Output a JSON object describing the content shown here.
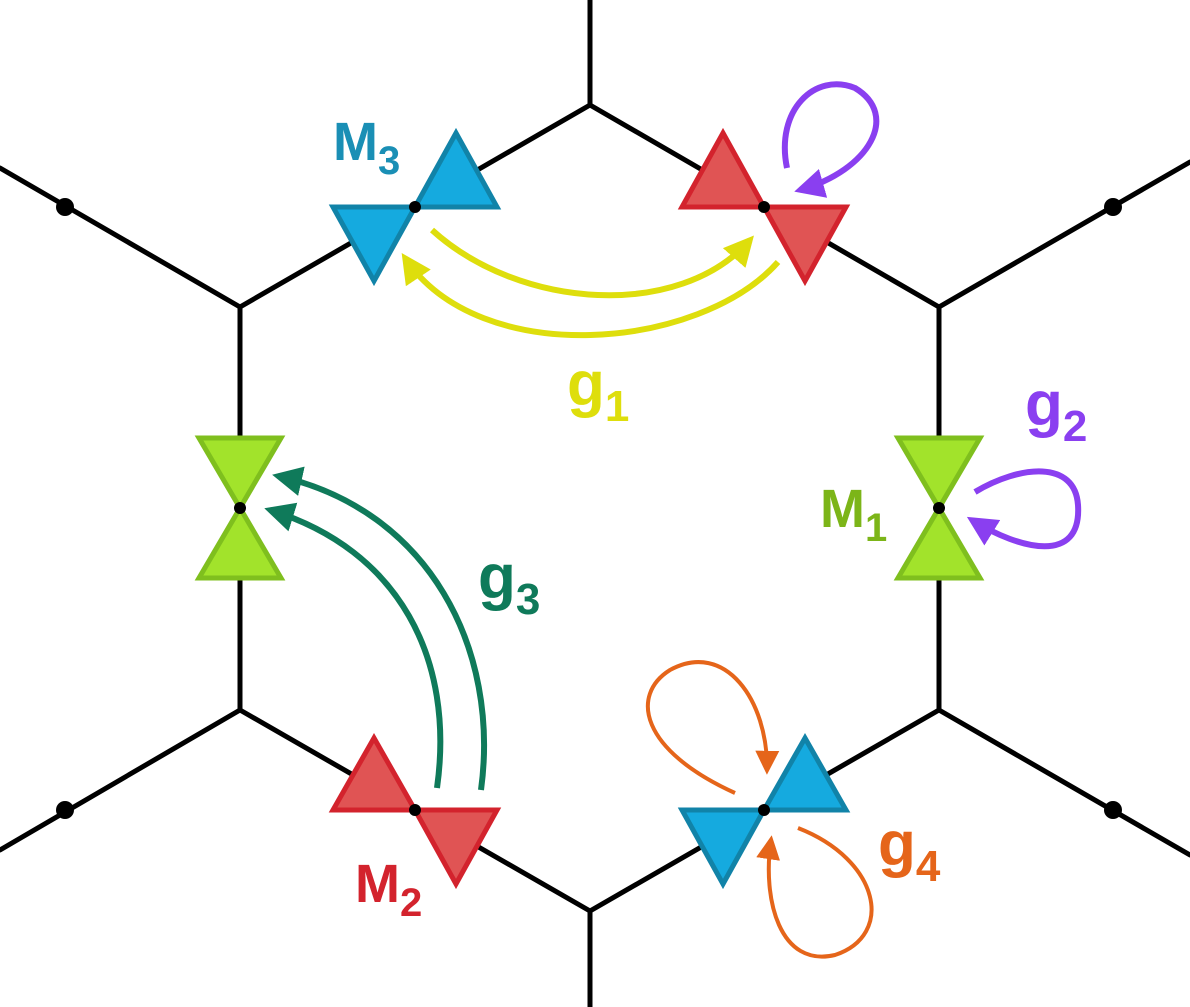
{
  "labels": {
    "M1": {
      "main": "M",
      "sub": "1"
    },
    "M2": {
      "main": "M",
      "sub": "2"
    },
    "M3": {
      "main": "M",
      "sub": "3"
    },
    "g1": {
      "main": "g",
      "sub": "1"
    },
    "g2": {
      "main": "g",
      "sub": "2"
    },
    "g3": {
      "main": "g",
      "sub": "3"
    },
    "g4": {
      "main": "g",
      "sub": "4"
    }
  },
  "colors": {
    "lattice": "#000000",
    "cone_blue": "#15aadf",
    "cone_blue_edge": "#1183a8",
    "cone_red": "#e05454",
    "cone_red_edge": "#d3232d",
    "cone_green": "#a2e32b",
    "cone_green_edge": "#7fbf1e",
    "M1": "#7cb518",
    "M2": "#d3232d",
    "M3": "#1a8fb5",
    "g1": "#dede0c",
    "g2": "#8a3ff0",
    "g3": "#0f7a5a",
    "g4": "#e5651a"
  },
  "icons": [
    "dirac-cone-icon",
    "loop-arrow-icon",
    "arc-arrow-icon"
  ]
}
